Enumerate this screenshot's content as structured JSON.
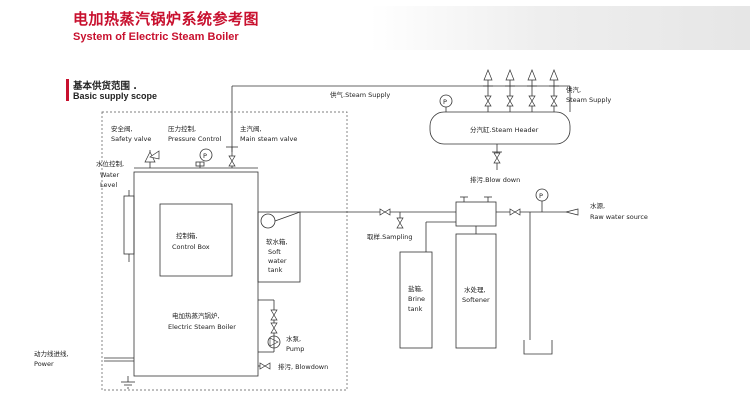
{
  "header": {
    "title_cn": "电加热蒸汽锅炉系统参考图",
    "title_en": "System of Electric Steam Boiler"
  },
  "scope": {
    "title_cn": "基本供货范围 .",
    "title_en": "Basic supply scope"
  },
  "labels": {
    "steam_supply_top": "供气.Steam Supply",
    "safety_cn": "安全阀,",
    "safety_en": "Safety valve",
    "pressure_cn": "压力控制,",
    "pressure_en": "Pressure Control",
    "main_cn": "主汽阀,",
    "main_en": "Main steam valve",
    "water_cn": "水位控制,",
    "water_en1": "Water",
    "water_en2": "Level",
    "control_cn": "控制箱,",
    "control_en": "Control Box",
    "soft_cn": "软水箱,",
    "soft_en1": "Soft",
    "soft_en2": "water",
    "soft_en3": "tank",
    "boiler_cn": "电加热蒸汽锅炉,",
    "boiler_en": "Electric Steam Boiler",
    "pump_cn": "水泵,",
    "pump_en": "Pump",
    "blowdown_bottom": "排污, Blowdown",
    "power_cn": "动力线进线,",
    "power_en": "Power",
    "header_label": "分汽缸.Steam Header",
    "steam_right_cn": "供汽,",
    "steam_right_en": "Steam Supply",
    "blow_down_right": "排污.Blow down",
    "sampling": "取样.Sampling",
    "raw_cn": "水源,",
    "raw_en": "Raw water source",
    "brine_cn": "盐箱,",
    "brine_en1": "Brine",
    "brine_en2": "tank",
    "softener_cn": "水处理,",
    "softener_en": "Softener",
    "gauge_letter": "P"
  }
}
